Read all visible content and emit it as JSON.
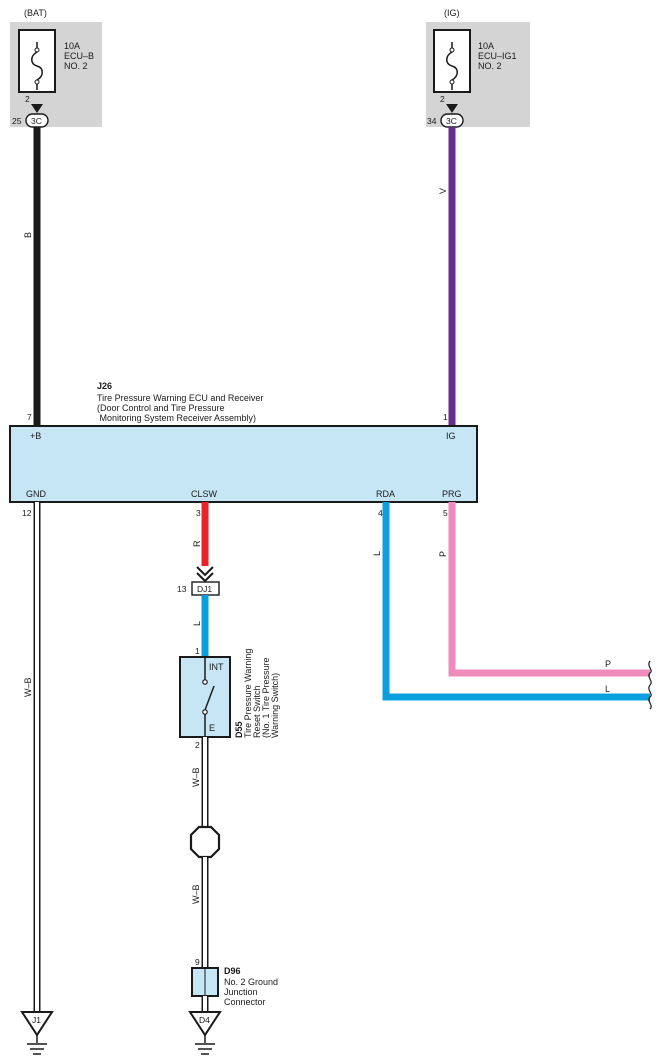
{
  "fuses": {
    "bat": {
      "source": "(BAT)",
      "rating": "10A",
      "name_line1": "ECU–B",
      "name_line2": "NO. 2",
      "pin": "2",
      "connector_pin": "25",
      "connector": "3C"
    },
    "ig": {
      "source": "(IG)",
      "rating": "10A",
      "name_line1": "ECU–IG1",
      "name_line2": "NO. 2",
      "pin": "2",
      "connector_pin": "34",
      "connector": "3C"
    }
  },
  "wires": {
    "bat_color": "B",
    "ig_color": "V",
    "clsw_color": "R",
    "switch_in_color": "L",
    "rda_color": "L",
    "prg_color": "P",
    "gnd_color": "W–B",
    "switch_out_color": "W–B",
    "junction_out_color": "W–B",
    "out_p": "P",
    "out_l": "L"
  },
  "colors": {
    "black_wire": "#1a1a1a",
    "violet_wire": "#6a2c8c",
    "red_wire": "#e8242a",
    "blue_wire": "#0aa0e0",
    "pink_wire": "#f08cbc",
    "component_fill": "#c6e6f6",
    "fuse_box_bg": "#d4d4d4"
  },
  "ecu": {
    "id": "J26",
    "name_line1": "Tire Pressure Warning ECU and Receiver",
    "name_line2": "(Door Control and Tire Pressure",
    "name_line3": " Monitoring System Receiver Assembly)",
    "pins": {
      "b_plus": {
        "label": "+B",
        "number": "7"
      },
      "ig": {
        "label": "IG",
        "number": "1"
      },
      "gnd": {
        "label": "GND",
        "number": "12"
      },
      "clsw": {
        "label": "CLSW",
        "number": "3"
      },
      "rda": {
        "label": "RDA",
        "number": "4"
      },
      "prg": {
        "label": "PRG",
        "number": "5"
      }
    }
  },
  "junction_dj1": {
    "name": "DJ1",
    "pin": "13"
  },
  "switch": {
    "id": "D55",
    "name_line1": "Tire Pressure Warning",
    "name_line2": "Reset Switch",
    "name_line3": "(No. 1 Tire Pressure",
    "name_line4": "Warning Switch)",
    "pin_in": "1",
    "pin_out": "2",
    "label_int": "INT",
    "label_e": "E"
  },
  "ground_junction": {
    "id": "D96",
    "name_line1": "No. 2 Ground",
    "name_line2": "Junction",
    "name_line3": "Connector",
    "pin": "9"
  },
  "grounds": {
    "j1": "J1",
    "d4": "D4"
  }
}
